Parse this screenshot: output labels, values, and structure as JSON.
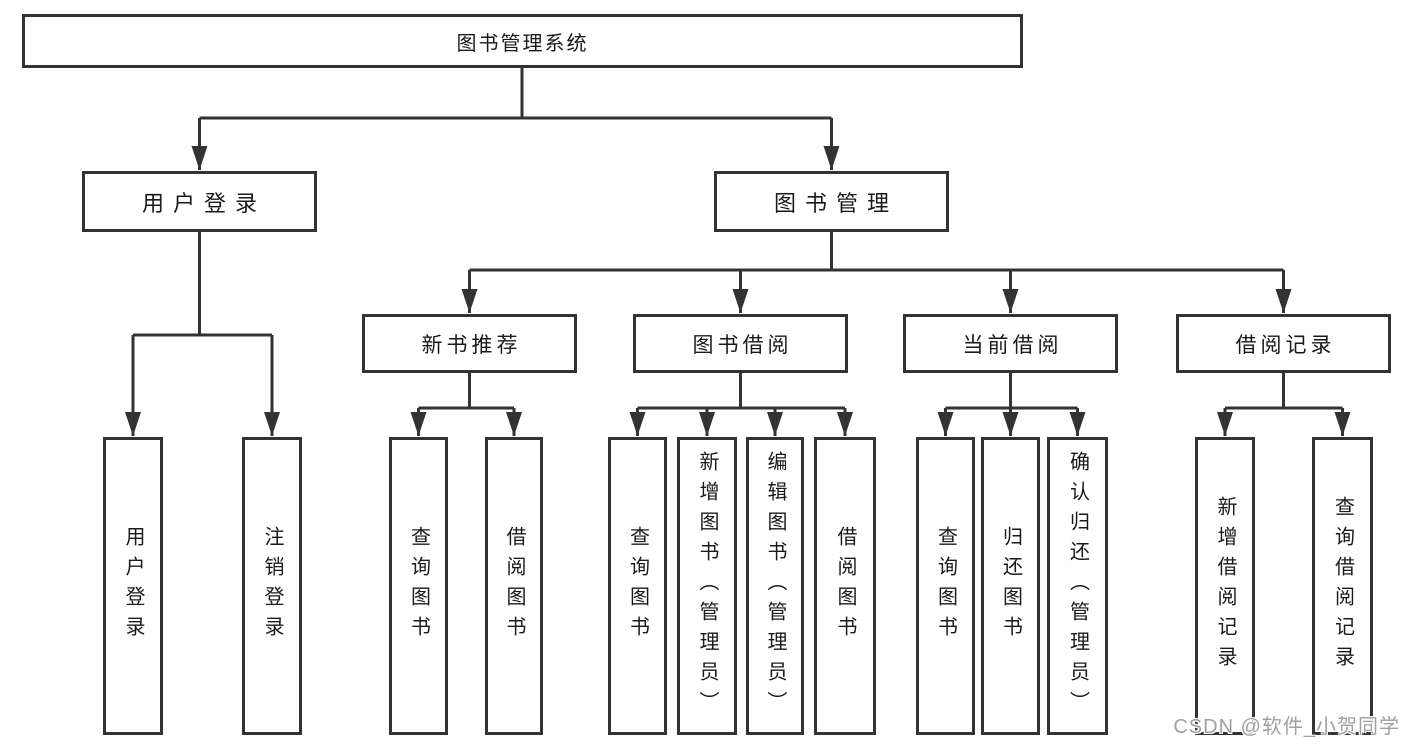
{
  "diagram": {
    "root": {
      "id": "library-management-system",
      "label": "图书管理系统"
    },
    "level2": [
      {
        "id": "user-login",
        "label": "用户登录"
      },
      {
        "id": "book-management",
        "label": "图书管理"
      }
    ],
    "level3": [
      {
        "id": "new-book-recommend",
        "label": "新书推荐"
      },
      {
        "id": "book-borrow",
        "label": "图书借阅"
      },
      {
        "id": "current-borrow",
        "label": "当前借阅"
      },
      {
        "id": "borrow-record",
        "label": "借阅记录"
      }
    ],
    "leaves": [
      {
        "id": "user-login-leaf",
        "parent": "user-login",
        "label": "用户登录"
      },
      {
        "id": "logout",
        "parent": "user-login",
        "label": "注销登录"
      },
      {
        "id": "nb-query-book",
        "parent": "new-book-recommend",
        "label": "查询图书"
      },
      {
        "id": "nb-borrow-book",
        "parent": "new-book-recommend",
        "label": "借阅图书"
      },
      {
        "id": "bb-query-book",
        "parent": "book-borrow",
        "label": "查询图书"
      },
      {
        "id": "bb-add-book-admin",
        "parent": "book-borrow",
        "label": "新增图书（管理员）"
      },
      {
        "id": "bb-edit-book-admin",
        "parent": "book-borrow",
        "label": "编辑图书（管理员）"
      },
      {
        "id": "bb-borrow-book",
        "parent": "book-borrow",
        "label": "借阅图书"
      },
      {
        "id": "cb-query-book",
        "parent": "current-borrow",
        "label": "查询图书"
      },
      {
        "id": "cb-return-book",
        "parent": "current-borrow",
        "label": "归还图书"
      },
      {
        "id": "cb-confirm-return-admin",
        "parent": "current-borrow",
        "label": "确认归还（管理员）"
      },
      {
        "id": "br-add-record",
        "parent": "borrow-record",
        "label": "新增借阅记录"
      },
      {
        "id": "br-query-record",
        "parent": "borrow-record",
        "label": "查询借阅记录"
      }
    ]
  },
  "watermark": {
    "text": "CSDN @软件_小贺同学"
  },
  "colors": {
    "line": "#333333",
    "border": "#333333",
    "fill": "#ffffff",
    "text": "#1a1a1a",
    "watermark": "#a0a0a0"
  }
}
